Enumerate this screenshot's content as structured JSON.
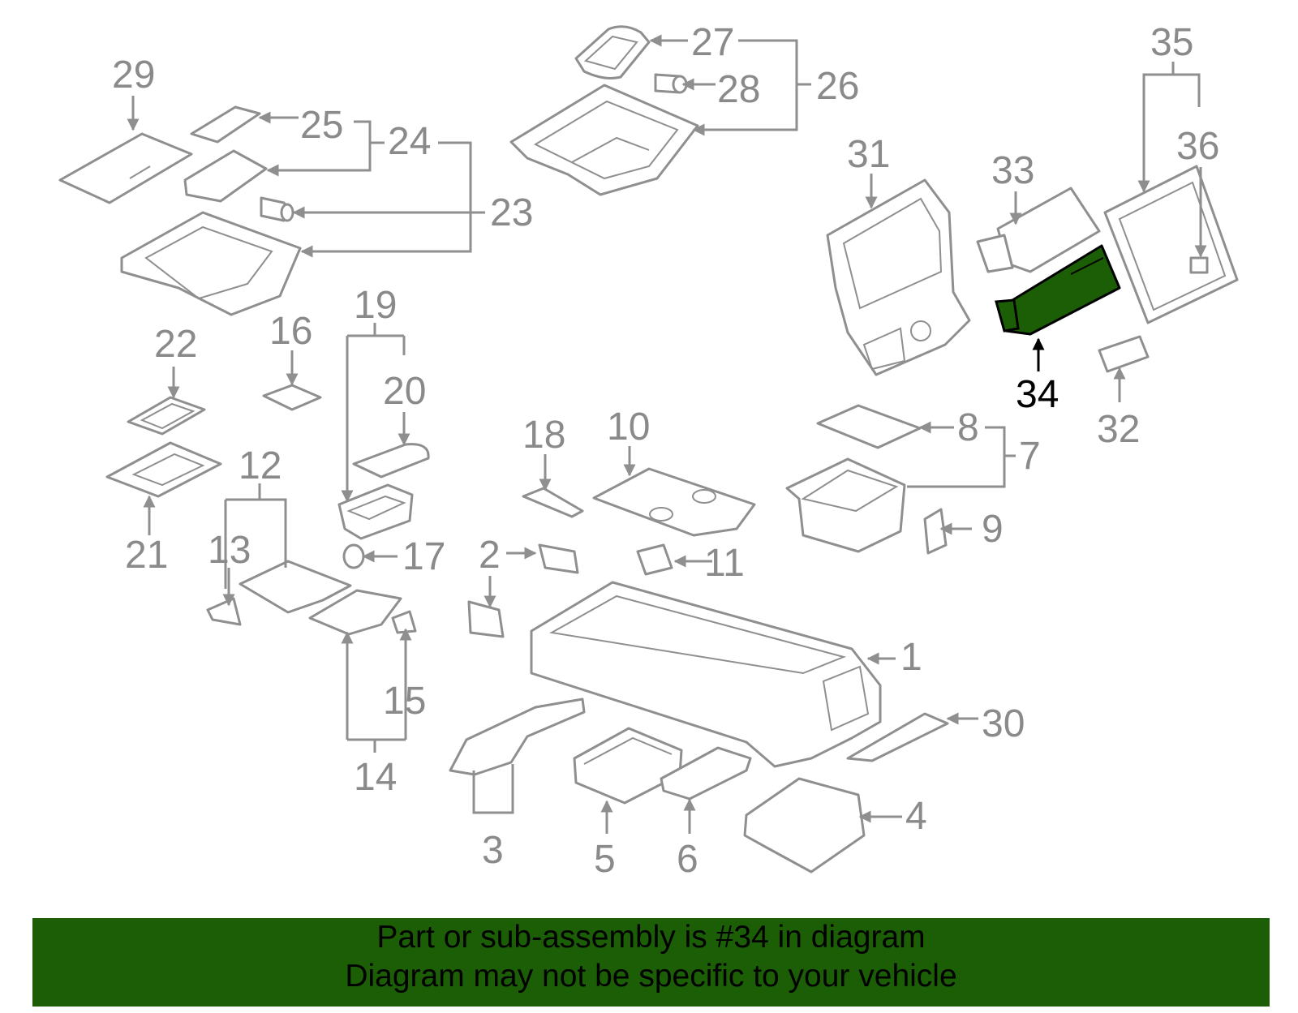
{
  "callouts": [
    "1",
    "2",
    "3",
    "4",
    "5",
    "6",
    "7",
    "8",
    "9",
    "10",
    "11",
    "12",
    "13",
    "14",
    "15",
    "16",
    "17",
    "18",
    "19",
    "20",
    "21",
    "22",
    "23",
    "24",
    "25",
    "26",
    "27",
    "28",
    "29",
    "30",
    "31",
    "32",
    "33",
    "34",
    "35",
    "36"
  ],
  "highlight": {
    "part": "34",
    "color": "#1b5e06"
  },
  "colors": {
    "line": "#8f8f8f",
    "label": "#8a8a8a",
    "highlight_label": "#000000"
  },
  "footer": {
    "line1": "Part or sub-assembly is #34 in diagram",
    "line2": "Diagram may not be specific to your vehicle",
    "background": "#1b5e06"
  }
}
